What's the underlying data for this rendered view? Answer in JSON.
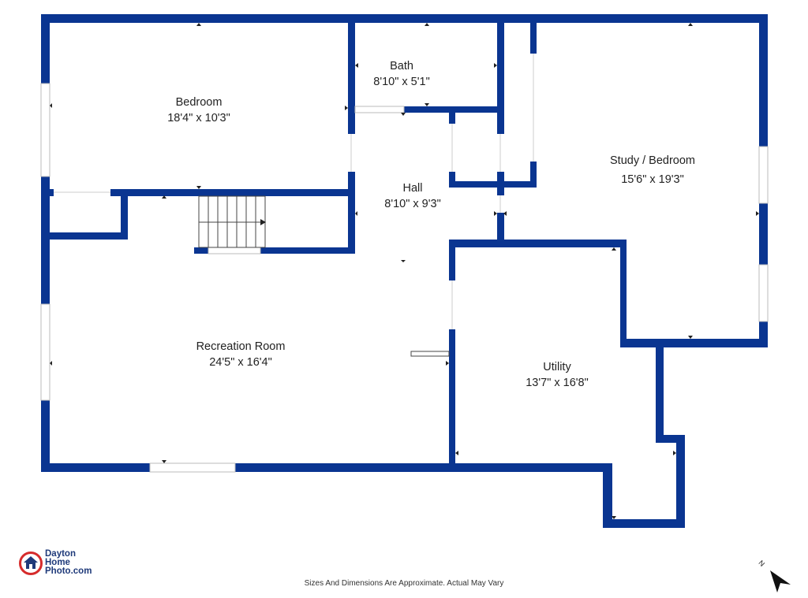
{
  "rooms": {
    "bedroom": {
      "name": "Bedroom",
      "dim": "18'4\" x 10'3\""
    },
    "bath": {
      "name": "Bath",
      "dim": "8'10\" x 5'1\""
    },
    "hall": {
      "name": "Hall",
      "dim": "8'10\" x 9'3\""
    },
    "study": {
      "name": "Study / Bedroom",
      "dim": "15'6\" x 19'3\""
    },
    "recreation": {
      "name": "Recreation Room",
      "dim": "24'5\" x 16'4\""
    },
    "utility": {
      "name": "Utility",
      "dim": "13'7\" x 16'8\""
    }
  },
  "footer": {
    "disclaimer": "Sizes And Dimensions Are Approximate. Actual May Vary"
  },
  "logo": {
    "line1": "Dayton",
    "line2": "Home",
    "line3": "Photo.com"
  },
  "compass": {
    "label": "N"
  },
  "colors": {
    "wall": "#0a3591",
    "window": "#dddddd",
    "logo_red": "#d62b2b",
    "logo_blue": "#1f3a7a"
  }
}
